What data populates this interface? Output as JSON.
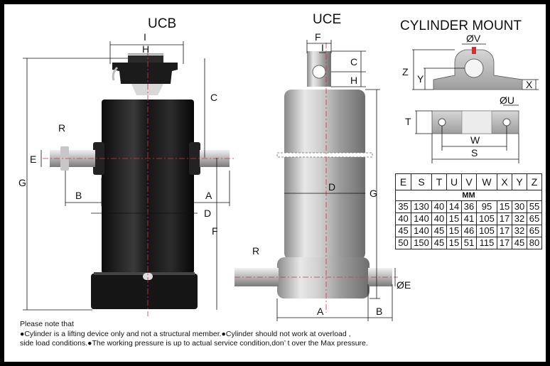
{
  "titles": {
    "ucb": "UCB",
    "uce": "UCE",
    "mount": "CYLINDER MOUNT"
  },
  "ucb_labels": {
    "i": "I",
    "h": "H",
    "c": "C",
    "g": "G",
    "r": "R",
    "e": "E",
    "b": "B",
    "a": "A",
    "d": "D",
    "f": "F"
  },
  "uce_labels": {
    "f": "F",
    "i": "I",
    "c": "C",
    "h": "H",
    "d": "D",
    "g": "G",
    "r": "R",
    "e": "ØE",
    "a": "A",
    "b": "B"
  },
  "mount_labels": {
    "v": "ØV",
    "z": "Z",
    "y": "Y",
    "x": "X",
    "u": "ØU",
    "t": "T",
    "w": "W",
    "s": "S"
  },
  "spec_table": {
    "headers": [
      "E",
      "S",
      "T",
      "U",
      "V",
      "W",
      "X",
      "Y",
      "Z"
    ],
    "unit": "MM",
    "rows": [
      [
        "35",
        "130",
        "40",
        "14",
        "36",
        "95",
        "15",
        "30",
        "55"
      ],
      [
        "40",
        "140",
        "40",
        "15",
        "41",
        "105",
        "17",
        "32",
        "65"
      ],
      [
        "45",
        "140",
        "45",
        "15",
        "46",
        "105",
        "17",
        "32",
        "65"
      ],
      [
        "50",
        "150",
        "45",
        "15",
        "51",
        "115",
        "17",
        "45",
        "80"
      ]
    ]
  },
  "notes": {
    "heading": "Please note that",
    "line1": "●Cylinder is a lifting device only and not a structural member.●Cylinder should not work at overload ,",
    "line2": "side load conditions.●The working pressure is up to actual service condition,don’ t over the Max pressure."
  },
  "colors": {
    "background": "#ffffff",
    "border": "#000000",
    "ucb_body": "#1a1a1a",
    "uce_body": "#b8b8b8",
    "centerline": "#dd3333"
  }
}
